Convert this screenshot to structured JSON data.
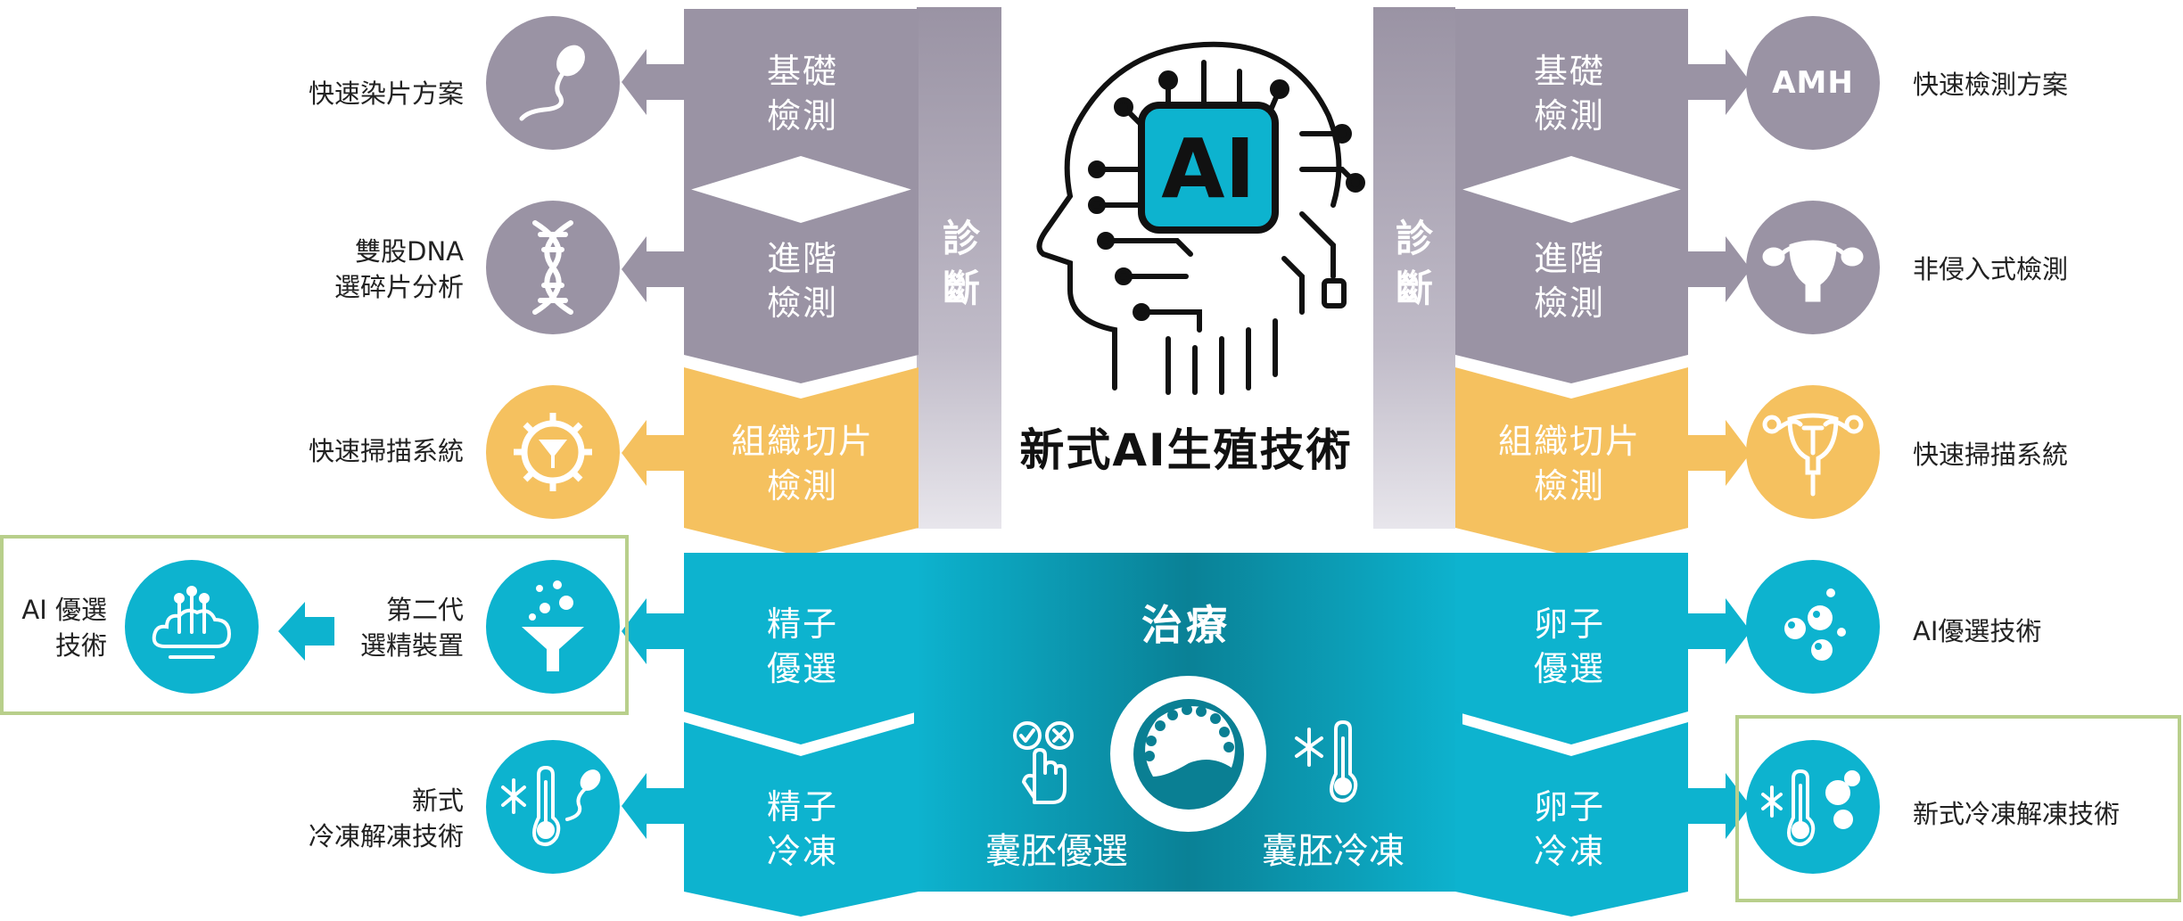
{
  "center": {
    "title": "新式AI生殖技術",
    "ai_badge": "AI"
  },
  "colors": {
    "gray": "#9a93a4",
    "yellow": "#f5c15f",
    "teal": "#0db3cf",
    "outline_green": "#b8cf8b",
    "dark_teal": "#0a7f93"
  },
  "male": {
    "diagnosis_label": "診\n斷",
    "chevrons": [
      {
        "text": "基礎\n檢測",
        "color": "gray"
      },
      {
        "text": "進階\n檢測",
        "color": "gray"
      },
      {
        "text": "組織切片\n檢測",
        "color": "yellow"
      },
      {
        "text": "精子\n優選",
        "color": "teal"
      },
      {
        "text": "精子\n冷凍",
        "color": "teal"
      }
    ],
    "outcomes": [
      {
        "label": "快速染片方案",
        "icon": "sperm-icon"
      },
      {
        "label": "雙股DNA\n選碎片分析",
        "icon": "dna-icon"
      },
      {
        "label": "快速掃描系統",
        "icon": "gear-filter-icon"
      },
      {
        "label": "第二代\n選精裝置",
        "icon": "funnel-icon"
      },
      {
        "label": "新式\n冷凍解凍技術",
        "icon": "thermometer-sperm-icon"
      }
    ],
    "extra": {
      "label": "AI 優選\n技術",
      "icon": "ai-cloud-icon"
    }
  },
  "female": {
    "diagnosis_label": "診\n斷",
    "chevrons": [
      {
        "text": "基礎\n檢測",
        "color": "gray"
      },
      {
        "text": "進階\n檢測",
        "color": "gray"
      },
      {
        "text": "組織切片\n檢測",
        "color": "yellow"
      },
      {
        "text": "卵子\n優選",
        "color": "teal"
      },
      {
        "text": "卵子\n冷凍",
        "color": "teal"
      }
    ],
    "outcomes": [
      {
        "label": "快速檢測方案",
        "icon": "amh-icon",
        "icon_text": "AMH"
      },
      {
        "label": "非侵入式檢測",
        "icon": "uterus-icon"
      },
      {
        "label": "快速掃描系統",
        "icon": "uterus-device-icon"
      },
      {
        "label": "AI優選技術",
        "icon": "cells-icon"
      },
      {
        "label": "新式冷凍解凍技術",
        "icon": "thermometer-cells-icon"
      }
    ]
  },
  "treatment": {
    "title": "治療",
    "blastocyst_selection": "囊胚優選",
    "blastocyst_freezing": "囊胚冷凍"
  }
}
